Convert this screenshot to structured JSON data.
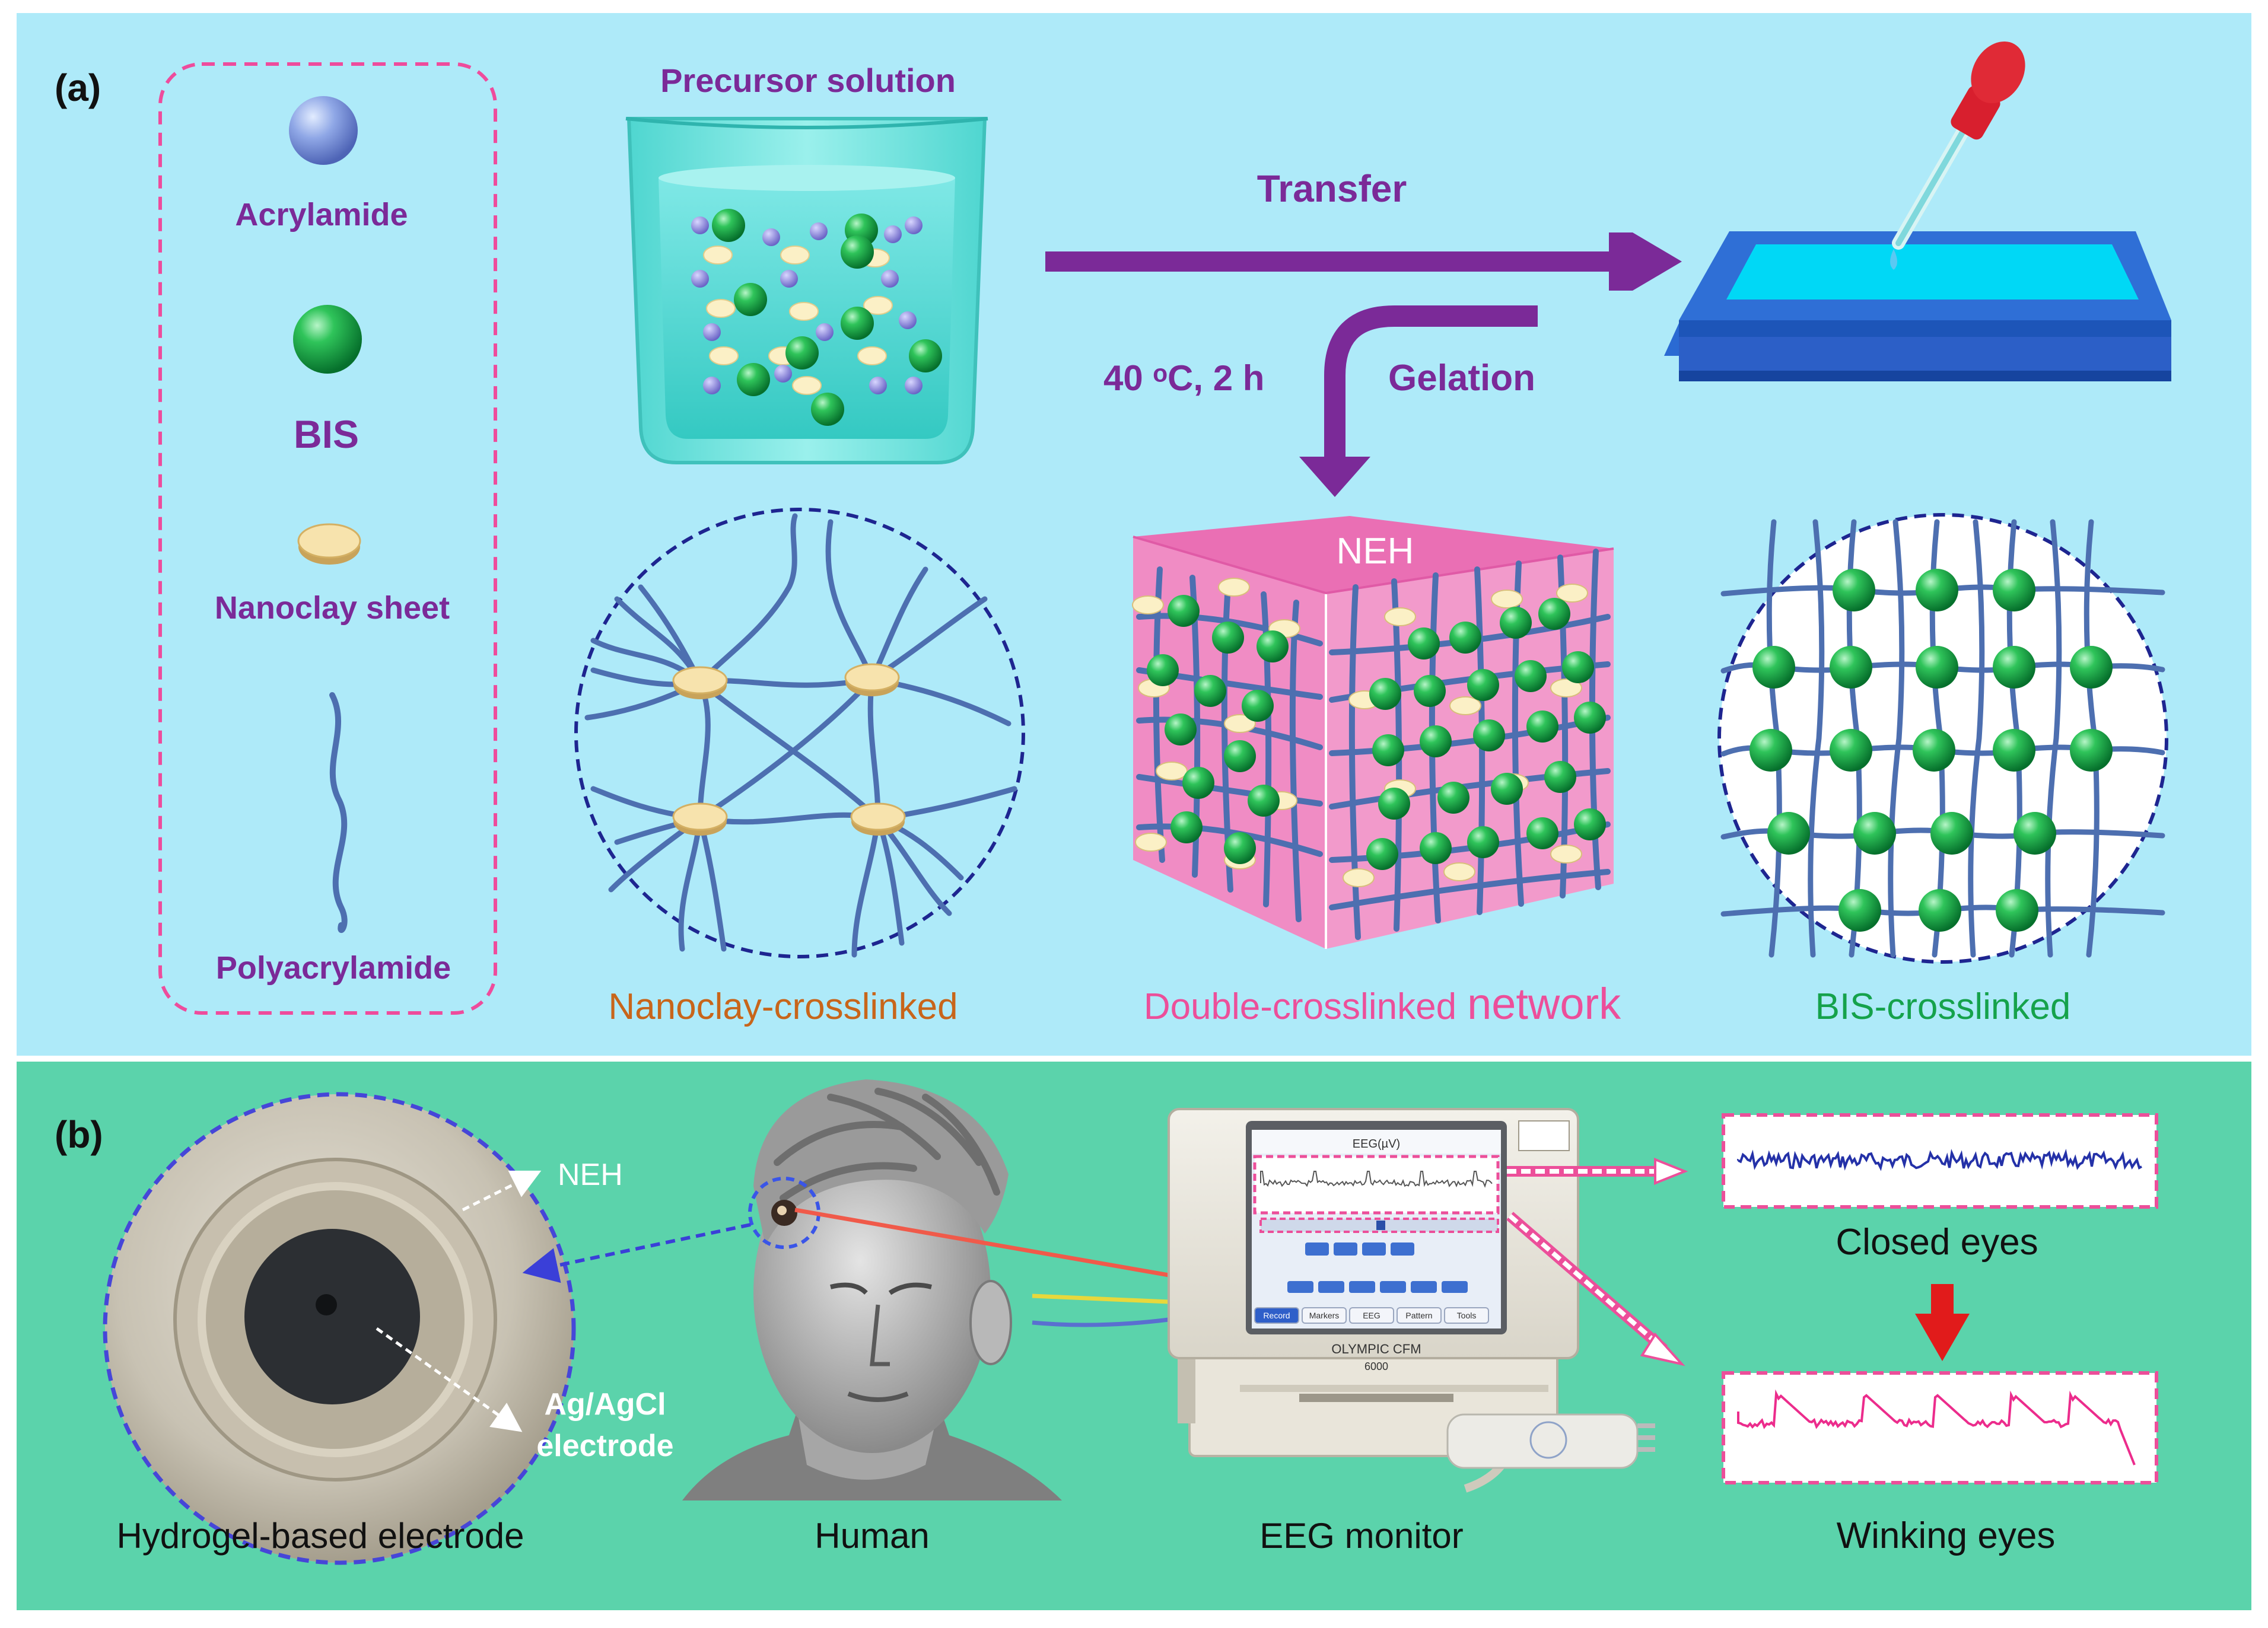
{
  "panel_a": {
    "label": "(a)",
    "legend": {
      "acrylamide": "Acrylamide",
      "bis": "BIS",
      "nanoclay": "Nanoclay sheet",
      "polyacrylamide": "Polyacrylamide"
    },
    "precursor": "Precursor solution",
    "transfer": "Transfer",
    "temperature": "40 ᵒC, 2 h",
    "gelation": "Gelation",
    "neh": "NEH",
    "nanoclay_crosslinked": "Nanoclay-crosslinked",
    "double_crosslinked": "Double-crosslinked",
    "network": "network",
    "bis_crosslinked": "BIS-crosslinked"
  },
  "panel_b": {
    "label": "(b)",
    "neh": "NEH",
    "electrode_line1": "Ag/AgCl",
    "electrode_line2": "electrode",
    "hydrogel_electrode": "Hydrogel-based electrode",
    "human": "Human",
    "eeg_monitor": "EEG monitor",
    "closed_eyes": "Closed eyes",
    "winking_eyes": "Winking eyes",
    "monitor_brand": "OLYMPIC CFM",
    "monitor_model": "6000",
    "screen_header": "EEG(µV)",
    "screen_buttons": [
      "Record",
      "Markers",
      "EEG",
      "Pattern",
      "Tools"
    ]
  },
  "colors": {
    "panel_a_bg": "#aeeaf9",
    "panel_b_bg": "#5bd3ab",
    "purple": "#7b2a98",
    "pink": "#ec4f9a",
    "orange": "#c8651a",
    "green": "#15a24b",
    "navy": "#1e2590",
    "network_blue": "#4d6fb0"
  }
}
